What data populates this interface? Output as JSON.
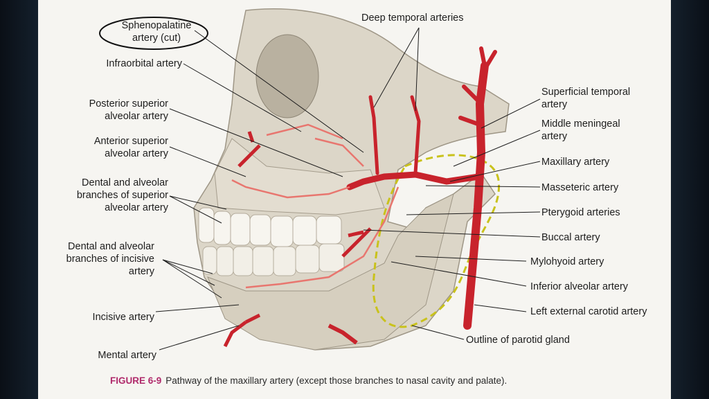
{
  "labels_left": [
    {
      "id": "sphenopalatine",
      "lines": [
        "Sphenopalatine",
        "artery (cut)"
      ]
    },
    {
      "id": "infraorbital",
      "lines": [
        "Infraorbital artery"
      ]
    },
    {
      "id": "post-sup-alv",
      "lines": [
        "Posterior superior",
        "alveolar artery"
      ]
    },
    {
      "id": "ant-sup-alv",
      "lines": [
        "Anterior superior",
        "alveolar artery"
      ]
    },
    {
      "id": "dent-alv-sup",
      "lines": [
        "Dental and alveolar",
        "branches of superior",
        "alveolar artery"
      ]
    },
    {
      "id": "dent-alv-inc",
      "lines": [
        "Dental and alveolar",
        "branches of incisive",
        "artery"
      ]
    },
    {
      "id": "incisive",
      "lines": [
        "Incisive artery"
      ]
    },
    {
      "id": "mental",
      "lines": [
        "Mental artery"
      ]
    }
  ],
  "label_top": {
    "id": "deep-temporal",
    "lines": [
      "Deep temporal arteries"
    ]
  },
  "labels_right": [
    {
      "id": "sup-temporal",
      "lines": [
        "Superficial temporal",
        "artery"
      ]
    },
    {
      "id": "mid-meningeal",
      "lines": [
        "Middle meningeal",
        "artery"
      ]
    },
    {
      "id": "maxillary",
      "lines": [
        "Maxillary artery"
      ]
    },
    {
      "id": "masseteric",
      "lines": [
        "Masseteric artery"
      ]
    },
    {
      "id": "pterygoid",
      "lines": [
        "Pterygoid arteries"
      ]
    },
    {
      "id": "buccal",
      "lines": [
        "Buccal artery"
      ]
    },
    {
      "id": "mylohyoid",
      "lines": [
        "Mylohyoid artery"
      ]
    },
    {
      "id": "inf-alv",
      "lines": [
        "Inferior alveolar artery"
      ]
    },
    {
      "id": "ext-carotid",
      "lines": [
        "Left external carotid artery"
      ]
    },
    {
      "id": "parotid",
      "lines": [
        "Outline of parotid gland"
      ]
    }
  ],
  "caption": {
    "figure": "FIGURE 6-9",
    "text": "Pathway of the maxillary artery (except those branches to nasal cavity and palate)."
  },
  "colors": {
    "artery": "#c8232c",
    "artery_light": "#e8766f",
    "bone": "#dcd6c8",
    "parotid_outline": "#c9c21c"
  }
}
